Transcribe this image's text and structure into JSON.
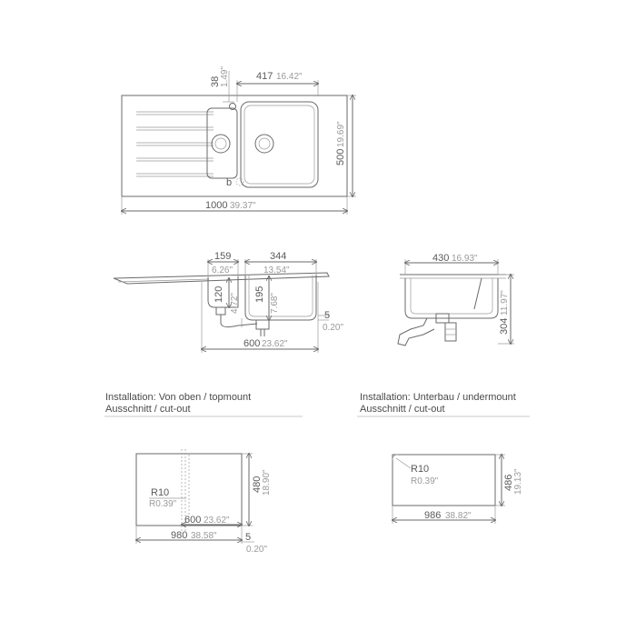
{
  "top_view": {
    "dim_38": "38",
    "dim_38_in": "1.49\"",
    "dim_417": "417",
    "dim_417_in": "16.42\"",
    "dim_500": "500",
    "dim_500_in": "19.69\"",
    "dim_1000": "1000",
    "dim_1000_in": "39.37\"",
    "letter_b": "b"
  },
  "side_view_topmount": {
    "dim_159": "159",
    "dim_159_in": "6.26\"",
    "dim_344": "344",
    "dim_344_in": "13.54\"",
    "dim_120": "120",
    "dim_120_in": "4.72\"",
    "dim_195": "195",
    "dim_195_in": "7.68\"",
    "dim_5": "5",
    "dim_5_in": "0.20\"",
    "dim_600": "600",
    "dim_600_in": "23.62\""
  },
  "side_view_undermount": {
    "dim_430": "430",
    "dim_430_in": "16.93\"",
    "dim_304": "304",
    "dim_304_in": "11.97\""
  },
  "install_topmount": {
    "line1": "Installation: Von oben / topmount",
    "line2": "Ausschnitt / cut-out"
  },
  "install_undermount": {
    "line1": "Installation: Unterbau / undermount",
    "line2": "Ausschnitt / cut-out"
  },
  "cutout_topmount": {
    "radius": "R10",
    "radius_in": "R0.39\"",
    "dim_480": "480",
    "dim_480_in": "18.90\"",
    "dim_600": "600",
    "dim_600_in": "23.62\"",
    "dim_980": "980",
    "dim_980_in": "38.58\"",
    "dim_5": "5",
    "dim_5_in": "0.20\""
  },
  "cutout_undermount": {
    "radius": "R10",
    "radius_in": "R0.39\"",
    "dim_486": "486",
    "dim_486_in": "19.13\"",
    "dim_986": "986",
    "dim_986_in": "38.82\""
  }
}
